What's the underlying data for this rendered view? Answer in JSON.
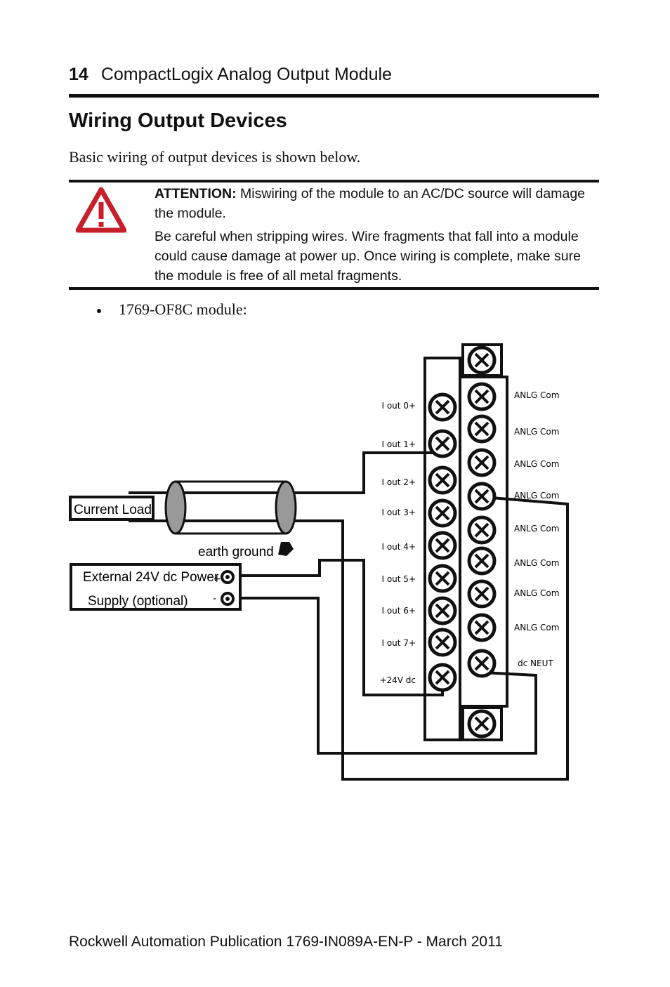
{
  "header": {
    "page_number": "14",
    "title": "CompactLogix Analog Output Module"
  },
  "section_title": "Wiring Output Devices",
  "intro": "Basic wiring of output devices is shown below.",
  "attention": {
    "icon": "warning-triangle-icon",
    "label": "ATTENTION:",
    "line1": "Miswiring of the module to an AC/DC source will damage the module.",
    "line2": "Be careful when stripping wires. Wire fragments that fall into a module could cause damage at power up. Once wiring is complete, make sure the module is free of all metal fragments.",
    "color": "#c8202a"
  },
  "bullet": "1769-OF8C module:",
  "diagram": {
    "left_terminals": [
      "I out 0+",
      "I out 1+",
      "I out 2+",
      "I out 3+",
      "I out 4+",
      "I out 5+",
      "I out 6+",
      "I out 7+",
      "+24V dc"
    ],
    "right_terminals": [
      "ANLG Com",
      "ANLG Com",
      "ANLG Com",
      "ANLG Com",
      "ANLG Com",
      "ANLG Com",
      "ANLG Com",
      "ANLG Com",
      "dc NEUT"
    ],
    "current_load": "Current Load",
    "earth_ground": "earth ground",
    "power_line1": "External 24V dc Power",
    "power_line2": "Supply  (optional)",
    "plus": "+",
    "minus": "-"
  },
  "footer": "Rockwell Automation Publication  1769-IN089A-EN-P - March 2011"
}
